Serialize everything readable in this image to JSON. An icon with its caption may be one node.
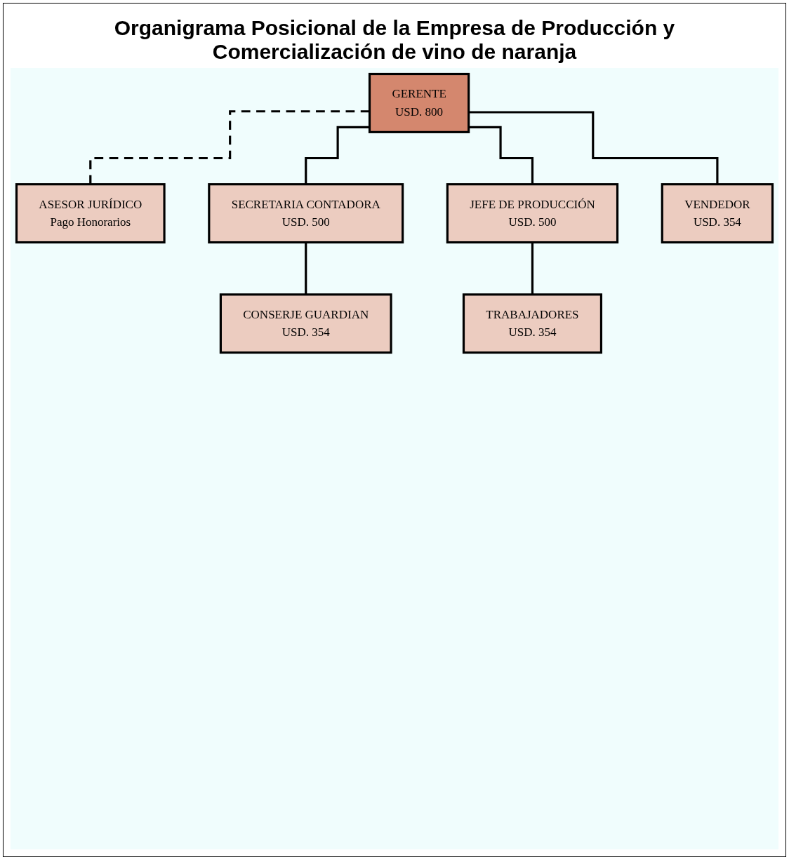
{
  "diagram": {
    "title": "Organigrama Posicional de la Empresa de Producción y Comercialización de vino de naranja",
    "nodes": [
      {
        "text": [
          "GERENTE",
          "USD. 800"
        ]
      },
      {
        "text": [
          "ASESOR JURÍDICO",
          "Pago Honorarios"
        ]
      },
      {
        "text": [
          "SECRETARIA CONTADORA",
          "USD. 500"
        ]
      },
      {
        "text": [
          "CONSERJE GUARDIAN",
          "USD. 354"
        ]
      },
      {
        "text": [
          "JEFE DE PRODUCCIÓN",
          "USD. 500"
        ]
      },
      {
        "text": [
          "VENDEDOR",
          "USD. 354"
        ]
      },
      {
        "text": [
          "TRABAJADORES",
          "USD. 354"
        ]
      }
    ],
    "edges": [
      {
        "from": 0,
        "to": 1,
        "arrow": "none",
        "style": "dashed"
      },
      {
        "from": 0,
        "to": 2,
        "arrow": "none"
      },
      {
        "from": 2,
        "to": 3,
        "arrow": "none"
      },
      {
        "from": 0,
        "to": 4,
        "arrow": "none"
      },
      {
        "from": 0,
        "to": 5,
        "arrow": "none"
      },
      {
        "from": 4,
        "to": 6,
        "arrow": "none"
      }
    ]
  }
}
